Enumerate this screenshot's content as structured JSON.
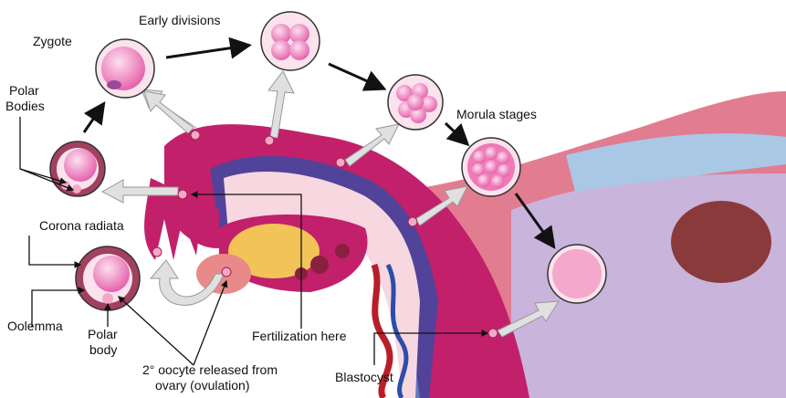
{
  "labels": {
    "zygote": "Zygote",
    "early_divisions": "Early divisions",
    "polar_bodies_1": "Polar",
    "polar_bodies_2": "Bodies",
    "morula_stages": "Morula stages",
    "corona_radiata": "Corona radiata",
    "oolemma": "Oolemma",
    "polar_body_1": "Polar",
    "polar_body_2": "body",
    "oocyte_1": "2° oocyte released from",
    "oocyte_2": "ovary (ovulation)",
    "fertilization": "Fertilization here",
    "blastocyst": "Blastocyst"
  },
  "colors": {
    "tube": "#c2206b",
    "tube_light": "#e8769f",
    "uterus": "#e07a8e",
    "cell": "#f08ac0",
    "arrow": "#e0e0e0"
  }
}
